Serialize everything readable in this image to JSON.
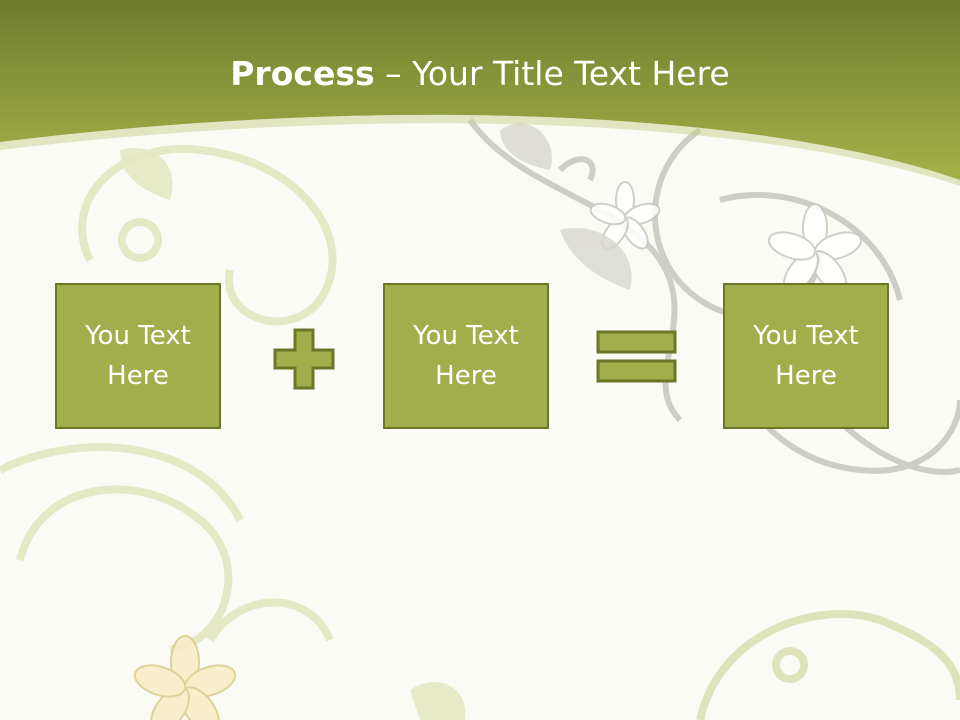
{
  "slide": {
    "title_bold": "Process",
    "title_rest": " – Your Title Text Here",
    "boxes": [
      {
        "text": "You Text Here"
      },
      {
        "text": "You Text Here"
      },
      {
        "text": "You Text Here"
      }
    ],
    "operators": [
      "plus-icon",
      "equals-icon"
    ]
  },
  "colors": {
    "header_green": "#a2ae4c",
    "box_fill": "#a2ae4c",
    "box_border": "#6b7627",
    "background": "#fbfbf6"
  }
}
